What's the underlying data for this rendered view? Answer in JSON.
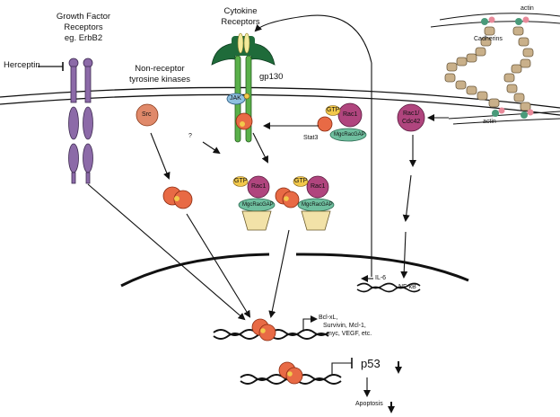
{
  "labels": {
    "growth_factor_receptors": "Growth Factor",
    "growth_factor_receptors_2": "Receptors",
    "growth_factor_receptors_3": "eg. ErbB2",
    "herceptin": "Herceptin",
    "cytokine_receptors": "Cytokine",
    "cytokine_receptors_2": "Receptors",
    "gp130": "gp130",
    "jak": "JAK",
    "non_receptor_tk": "Non-receptor",
    "non_receptor_tk_2": "tyrosine kinases",
    "src": "Src",
    "question": "?",
    "gtp": "GTP",
    "rac1": "Rac1",
    "mgcracgap": "MgcRacGAP",
    "stat3": "Stat3",
    "rac1_cdc42": "Rac1/",
    "rac1_cdc42_2": "Cdc42",
    "actin_top": "actin",
    "actin_bottom": "actin",
    "cadherins": "Cadherins",
    "il6": "IL-6",
    "nfkb": "NF-κB",
    "targets_1": "Bcl-xL,",
    "targets_2": "Survivin, Mcl-1,",
    "targets_3": "myc, VEGF, etc.",
    "p53": "p53",
    "apoptosis": "Apoptosis"
  },
  "colors": {
    "receptor_purple": "#8c6aa8",
    "gp130_green": "#2e8b3a",
    "rac_magenta": "#b0457e",
    "stat_orange": "#e86a45",
    "gtp_yellow": "#f2c84b",
    "gap_teal": "#6fbf9f",
    "cadherin_tan": "#c9b08a",
    "src_salmon": "#e0896a"
  }
}
